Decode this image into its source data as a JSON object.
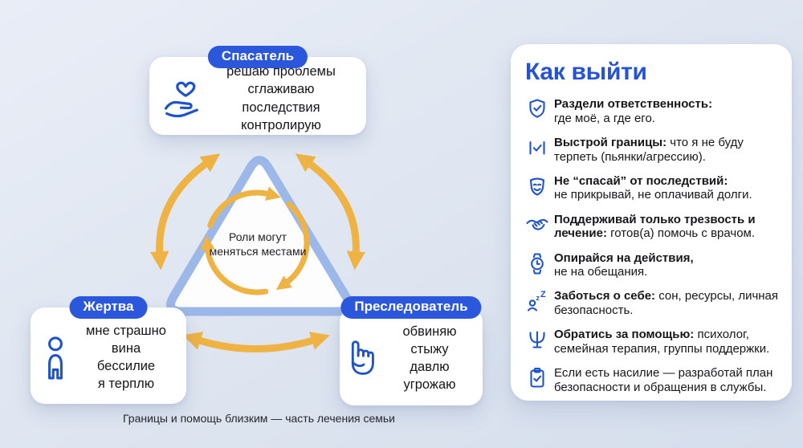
{
  "colors": {
    "accent": "#2b57dd",
    "title_blue": "#2553d8",
    "icon_blue": "#1f53cc",
    "triangle_border": "#9cb8e8",
    "arrow_yellow": "#efb344",
    "ink": "#17181b",
    "card_bg": "#ffffff",
    "background_top": "#e9edf6",
    "background_bottom": "#d5deec"
  },
  "diagram": {
    "center_note": "Роли могут меняться местами",
    "roles": {
      "rescuer": {
        "label": "Спасатель",
        "icon": "hand-heart-icon",
        "lines": [
          "решаю проблемы",
          "сглаживаю последствия",
          "контролирую"
        ]
      },
      "victim": {
        "label": "Жертва",
        "icon": "person-icon",
        "lines": [
          "мне страшно",
          "вина",
          "бессилие",
          "я терплю"
        ]
      },
      "persecutor": {
        "label": "Преследователь",
        "icon": "pointing-finger-icon",
        "lines": [
          "обвиняю",
          "стыжу",
          "давлю",
          "угрожаю"
        ]
      }
    },
    "caption": "Границы и помощь близким — часть лечения семьи"
  },
  "panel": {
    "title": "Как выйти",
    "items": [
      {
        "icon": "shield-check-icon",
        "bold": "Раздели ответственность:",
        "text": "где моё, а где его."
      },
      {
        "icon": "boundary-check-icon",
        "bold": "Выстрой границы:",
        "text": "что я не буду терпеть (пьянки/агрессию)."
      },
      {
        "icon": "mask-icon",
        "bold": "Не “спасай” от последствий:",
        "text": "не прикрывай, не оплачивай долги."
      },
      {
        "icon": "handshake-icon",
        "bold": "Поддерживай только трезвость и лечение:",
        "text": "готов(а) помочь с врачом."
      },
      {
        "icon": "watch-icon",
        "bold": "Опирайся на действия,",
        "text": "не на обещания."
      },
      {
        "icon": "sleep-icon",
        "bold": "Заботься о себе:",
        "text": "сон, ресурсы, личная безопасность."
      },
      {
        "icon": "psi-icon",
        "bold": "Обратись за помощью:",
        "text": "психолог, семейная терапия, группы поддержки."
      },
      {
        "icon": "clipboard-check-icon",
        "bold": "",
        "text": "Если есть насилие — разработай план безопасности и обращения в службы."
      }
    ]
  }
}
